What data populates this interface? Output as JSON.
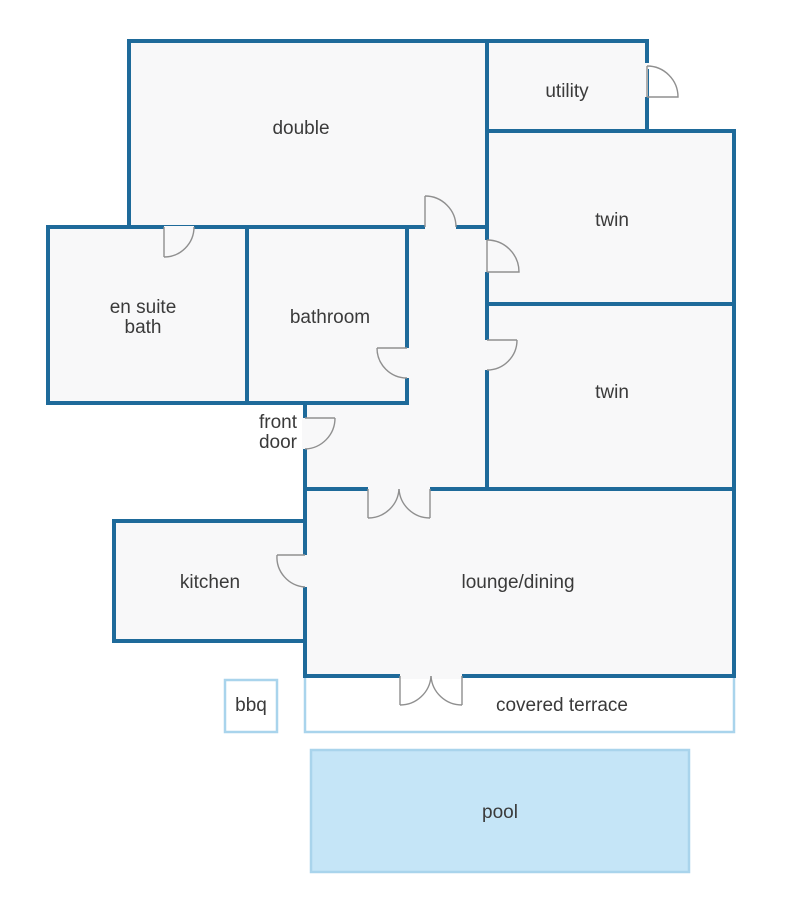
{
  "floorplan": {
    "rooms": {
      "double": "double",
      "utility": "utility",
      "twin_upper": "twin",
      "twin_lower": "twin",
      "en_suite_line1": "en suite",
      "en_suite_line2": "bath",
      "bathroom": "bathroom",
      "front_door_line1": "front",
      "front_door_line2": "door",
      "kitchen": "kitchen",
      "lounge": "lounge/dining",
      "bbq": "bbq",
      "terrace": "covered terrace",
      "pool": "pool"
    },
    "colors": {
      "wall": "#1e6a9a",
      "room_fill": "#f8f8f9",
      "outdoor_outline": "#a9d4ec",
      "pool_fill": "#c5e5f7",
      "door_arc": "#8f8f8f",
      "text": "#3a3a3a"
    }
  }
}
